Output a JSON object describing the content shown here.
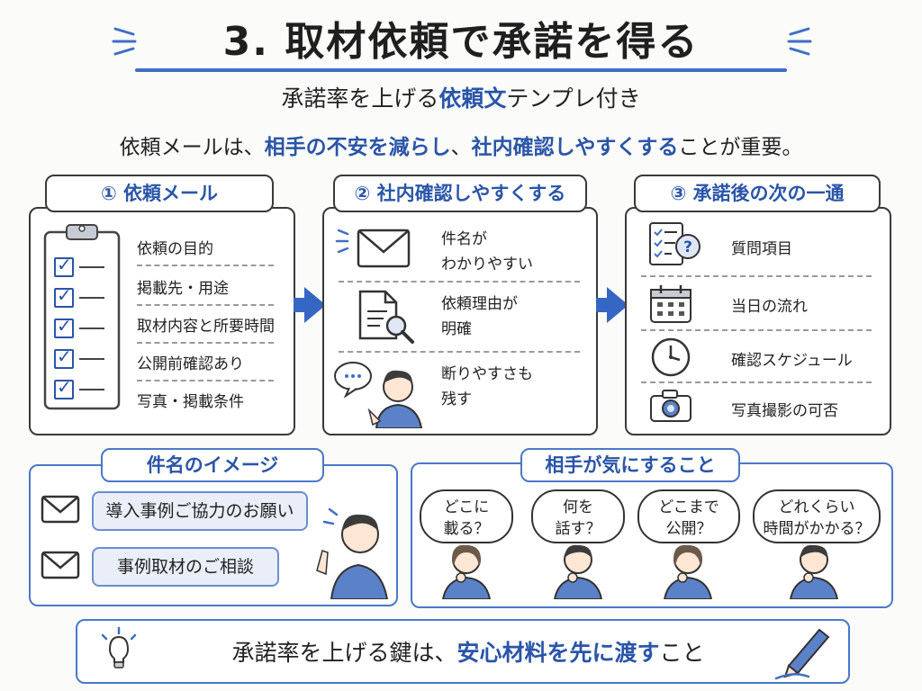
{
  "header": {
    "title": "3. 取材依頼で承諾を得る",
    "subtitle_plain1": "承諾率を上げる",
    "subtitle_blue": "依頼文",
    "subtitle_plain2": "テンプレ付き",
    "lead_plain1": "依頼メールは、",
    "lead_blue1": "相手の不安を減らし",
    "lead_plain2": "、",
    "lead_blue2": "社内確認しやすくする",
    "lead_plain3": "ことが重要。"
  },
  "step1": {
    "label": "① 依頼メール",
    "items": [
      "依頼の目的",
      "掲載先・用途",
      "取材内容と所要時間",
      "公開前確認あり",
      "写真・掲載条件"
    ]
  },
  "step2": {
    "label": "② 社内確認しやすくする",
    "items": [
      {
        "line1": "件名が",
        "line2": "わかりやすい",
        "icon": "envelope-icon"
      },
      {
        "line1": "依頼理由が",
        "line2": "明確",
        "icon": "document-search-icon"
      },
      {
        "line1": "断りやすさも",
        "line2": "残す",
        "icon": "person-speech-icon"
      }
    ],
    "speech_dots": "..."
  },
  "step3": {
    "label": "③ 承諾後の次の一通",
    "items": [
      {
        "text": "質問項目",
        "icon": "checklist-question-icon"
      },
      {
        "text": "当日の流れ",
        "icon": "calendar-icon"
      },
      {
        "text": "確認スケジュール",
        "icon": "clock-icon"
      },
      {
        "text": "写真撮影の可否",
        "icon": "camera-icon"
      }
    ],
    "question_mark": "?"
  },
  "subjects": {
    "label": "件名のイメージ",
    "items": [
      "導入事例ご協力のお願い",
      "事例取材のご相談"
    ]
  },
  "concerns": {
    "label": "相手が気にすること",
    "bubbles": [
      {
        "line1": "どこに",
        "line2": "載る？"
      },
      {
        "line1": "何を",
        "line2": "話す？"
      },
      {
        "line1": "どこまで",
        "line2": "公開？"
      },
      {
        "line1": "どれくらい",
        "line2": "時間がかかる？"
      }
    ]
  },
  "footer": {
    "plain1": "承諾率を上げる鍵は、",
    "blue": "安心材料を先に渡す",
    "plain2": "こと"
  },
  "colors": {
    "accent": "#2a55a8",
    "arrow": "#3566c4",
    "panel_border": "#3a3a3a",
    "blue_border": "#4a78c8"
  }
}
